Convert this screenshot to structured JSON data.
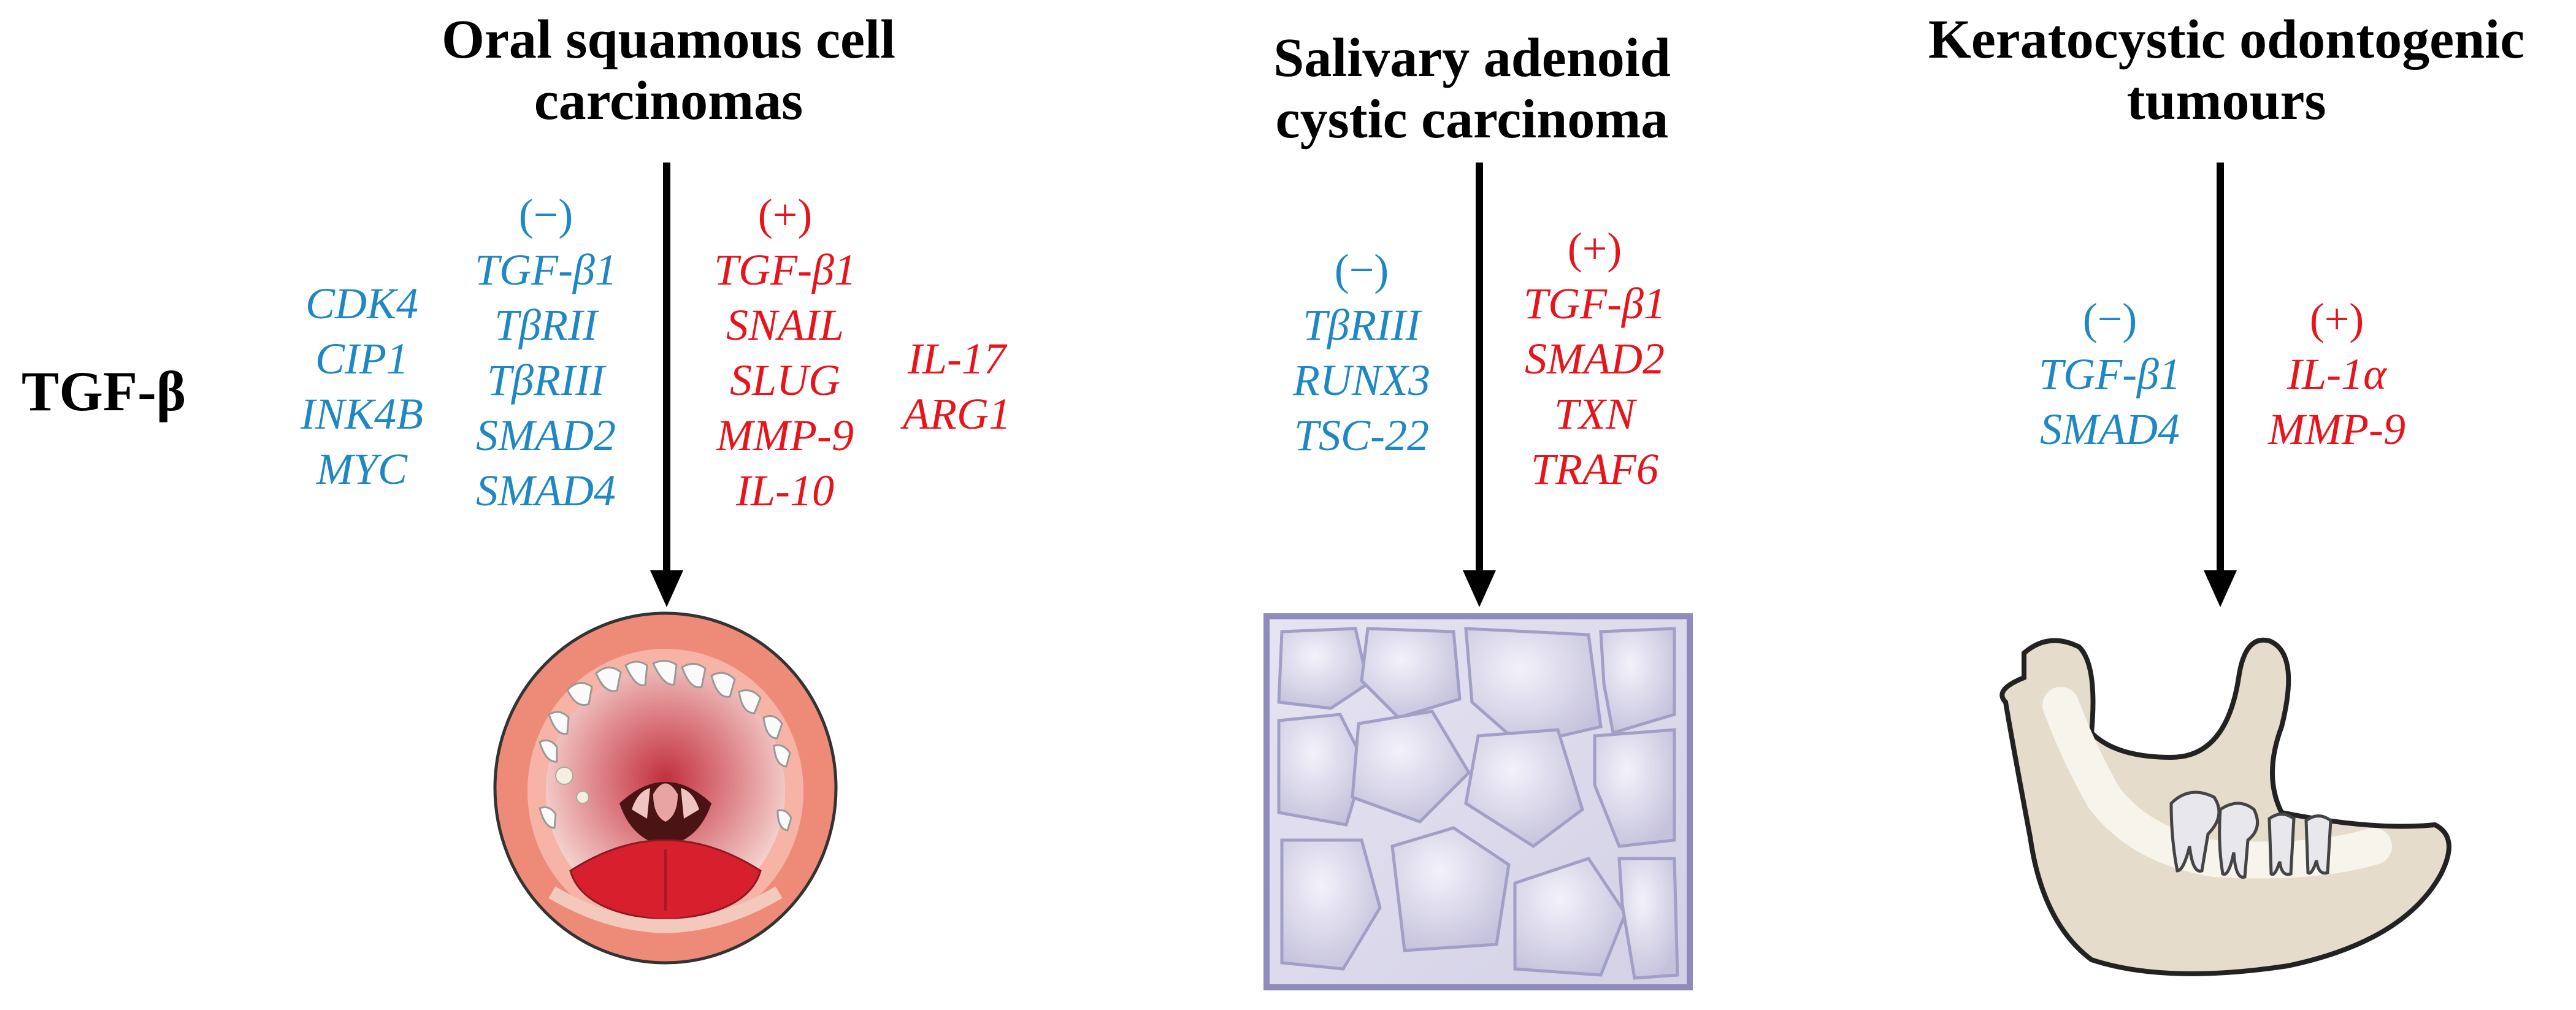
{
  "panels": {
    "oscc": {
      "title": [
        "Oral squamous cell",
        "carcinomas"
      ],
      "outer_blue": [
        "CDK4",
        "CIP1",
        "INK4B",
        "MYC"
      ],
      "neg_sign": "(−)",
      "neg_genes": [
        "TGF-β1",
        "TβRII",
        "TβRIII",
        "SMAD2",
        "SMAD4"
      ],
      "pos_sign": "(+)",
      "pos_genes": [
        "TGF-β1",
        "SNAIL",
        "SLUG",
        "MMP-9",
        "IL-10"
      ],
      "outer_red": [
        "IL-17",
        "ARG1"
      ]
    },
    "sacc": {
      "title": [
        "Salivary adenoid",
        "cystic carcinoma"
      ],
      "neg_sign": "(−)",
      "neg_genes": [
        "TβRIII",
        "RUNX3",
        "TSC-22"
      ],
      "pos_sign": "(+)",
      "pos_genes": [
        "TGF-β1",
        "SMAD2",
        "TXN",
        "TRAF6"
      ]
    },
    "kcot": {
      "title": [
        "Keratocystic odontogenic",
        "tumours"
      ],
      "neg_sign": "(−)",
      "neg_genes": [
        "TGF-β1",
        "SMAD4"
      ],
      "pos_sign": "(+)",
      "pos_genes": [
        "IL-1α",
        "MMP-9"
      ]
    }
  },
  "row_label": "TGF-β",
  "colors": {
    "suppressed": "#1f87c3",
    "upregulated": "#e8141b"
  },
  "icons": [
    "open-mouth-illustration",
    "salivary-tissue-illustration",
    "mandible-illustration"
  ]
}
